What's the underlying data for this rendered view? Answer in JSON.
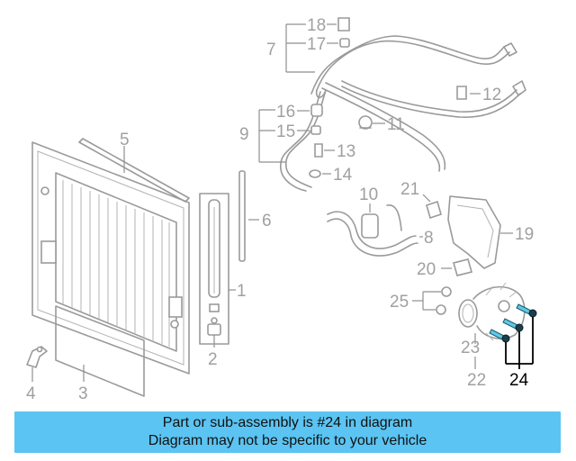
{
  "diagram": {
    "callouts": {
      "c1": "1",
      "c2": "2",
      "c3": "3",
      "c4": "4",
      "c5": "5",
      "c6": "6",
      "c7": "7",
      "c8": "8",
      "c9": "9",
      "c10": "10",
      "c11": "11",
      "c12": "12",
      "c13": "13",
      "c14": "14",
      "c15": "15",
      "c16": "16",
      "c17": "17",
      "c18": "18",
      "c19": "19",
      "c20": "20",
      "c21": "21",
      "c22": "22",
      "c23": "23",
      "c24": "24",
      "c25": "25"
    },
    "highlighted_callout": "24",
    "colors": {
      "part_stroke": "#9a9a9a",
      "highlight_bolt": "#5fc9e6",
      "banner": "#5bc4f2"
    }
  },
  "banner": {
    "line1": "Part or sub-assembly is #24 in diagram",
    "line2": "Diagram may not be specific to your vehicle"
  }
}
